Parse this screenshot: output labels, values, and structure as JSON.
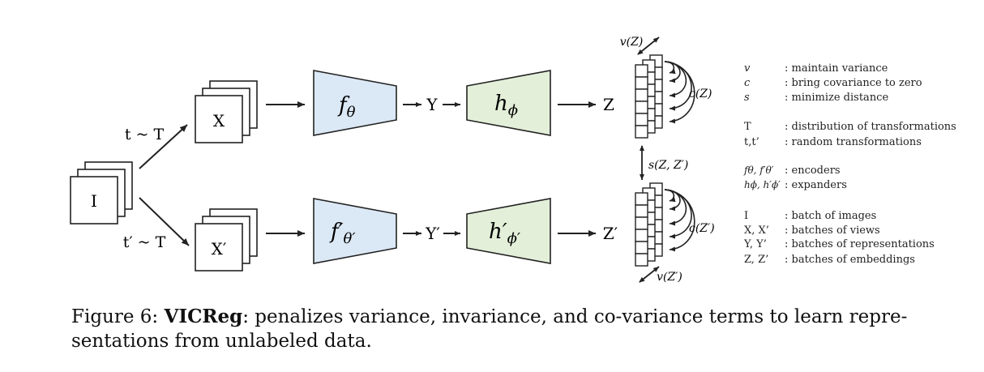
{
  "diagram": {
    "input": "I",
    "top_branch": {
      "transform": "t ~ T",
      "views": "X",
      "encoder": "f",
      "encoder_sub": "θ",
      "representation": "Y",
      "expander": "h",
      "expander_sub": "ϕ",
      "embedding": "Z",
      "variance": "v(Z)",
      "covariance": "c(Z)"
    },
    "bottom_branch": {
      "transform": "t′ ~ T",
      "views": "X′",
      "encoder": "f′",
      "encoder_sub": "θ′",
      "representation": "Y′",
      "expander": "h′",
      "expander_sub": "ϕ′",
      "embedding": "Z′",
      "variance": "v(Z′)",
      "covariance": "c(Z′)"
    },
    "invariance": "s(Z, Z′)",
    "colors": {
      "encoder_fill": "#dbe8f5",
      "expander_fill": "#e3efd9",
      "stroke": "#222222"
    }
  },
  "legend": {
    "groups": [
      [
        {
          "symbol": "v",
          "desc": ": maintain  variance"
        },
        {
          "symbol": "c",
          "desc": ": bring covariance to zero"
        },
        {
          "symbol": "s",
          "desc": ": minimize  distance"
        }
      ],
      [
        {
          "symbol": "T",
          "desc": ": distribution  of transformations"
        },
        {
          "symbol": "t,t’",
          "desc": ": random transformations"
        }
      ],
      [
        {
          "symbol": "fθ, f′θ′",
          "desc": ": encoders"
        },
        {
          "symbol": "hϕ, h′ϕ′",
          "desc": ": expanders"
        }
      ],
      [
        {
          "symbol": "I",
          "desc": ": batch  of images"
        },
        {
          "symbol": "X, X’",
          "desc": ": batches  of views"
        },
        {
          "symbol": "Y, Y’",
          "desc": ": batches  of representations"
        },
        {
          "symbol": "Z, Z’",
          "desc": ": batches  of embeddings"
        }
      ]
    ]
  },
  "caption": {
    "prefix": "Figure 6: ",
    "bold": "VICReg",
    "text": ": penalizes variance, invariance, and co-variance terms to learn repre-sentations from unlabeled data."
  }
}
